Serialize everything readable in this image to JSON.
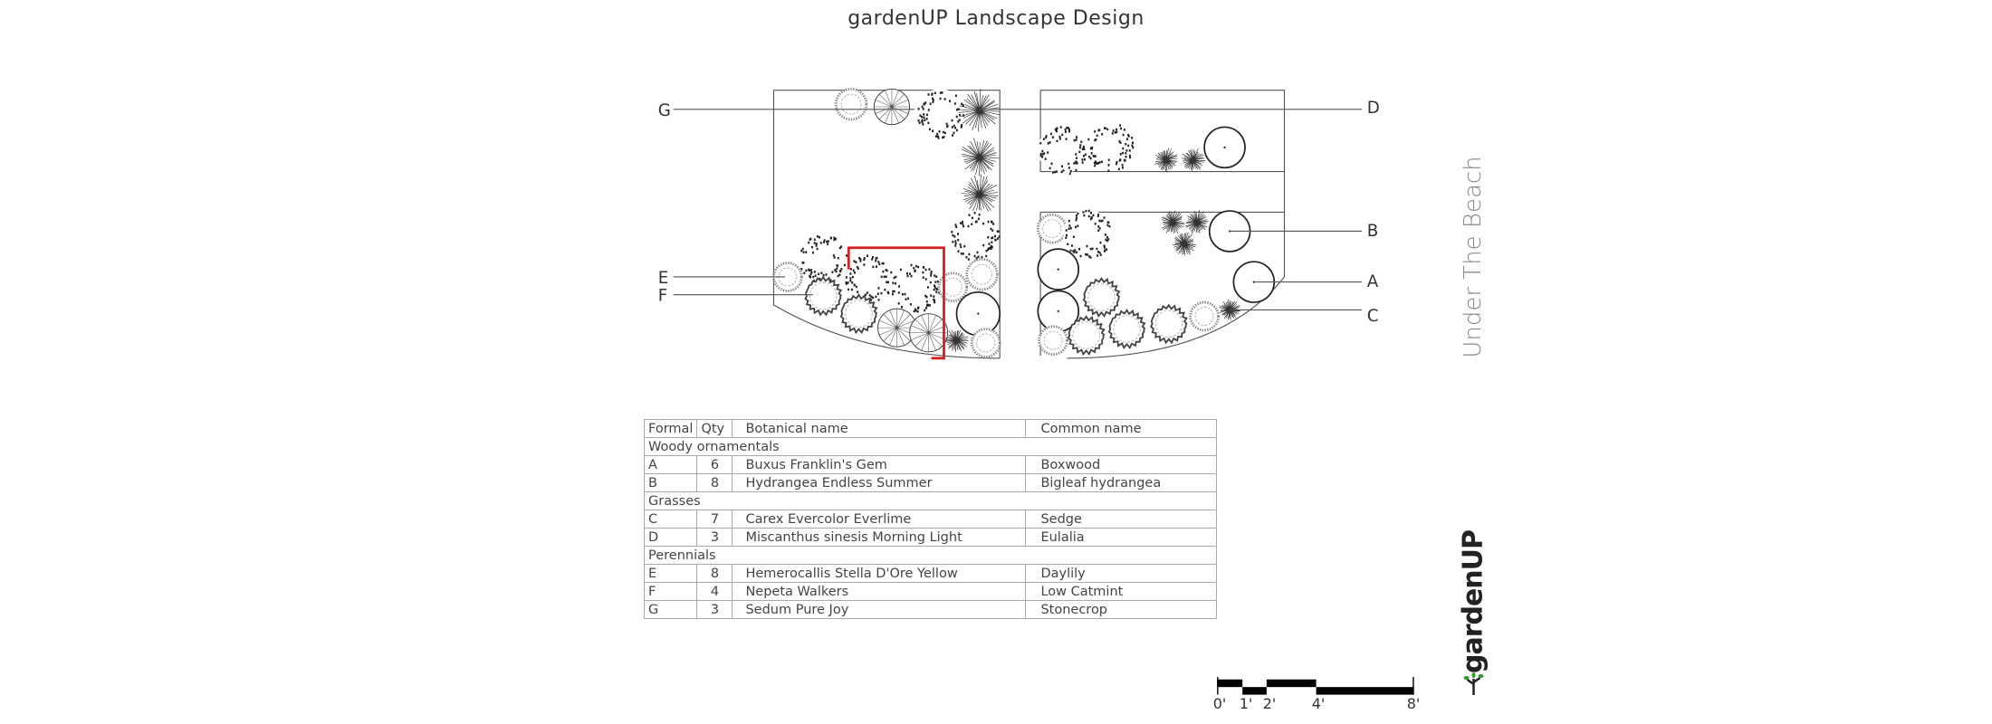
{
  "title": "gardenUP Landscape Design",
  "side_title": "Under The Beach",
  "logo_text": "gardenUP",
  "callouts": {
    "A": "A",
    "B": "B",
    "C": "C",
    "D": "D",
    "E": "E",
    "F": "F",
    "G": "G"
  },
  "colors": {
    "highlight": "#d81e1e",
    "logo_leaf": "#2e9a2e"
  },
  "legend": {
    "headers": [
      "Formal",
      "Qty",
      "Botanical name",
      "Common name"
    ],
    "rows": [
      {
        "group": "Woody ornamentals"
      },
      {
        "code": "A",
        "qty": "6",
        "botanical": "Buxus Franklin's Gem",
        "common": "Boxwood"
      },
      {
        "code": "B",
        "qty": "8",
        "botanical": "Hydrangea Endless Summer",
        "common": "Bigleaf hydrangea"
      },
      {
        "group": "Grasses"
      },
      {
        "code": "C",
        "qty": "7",
        "botanical": "Carex Evercolor Everlime",
        "common": "Sedge"
      },
      {
        "code": "D",
        "qty": "3",
        "botanical": "Miscanthus sinesis Morning Light",
        "common": "Eulalia"
      },
      {
        "group": "Perennials"
      },
      {
        "code": "E",
        "qty": "8",
        "botanical": "Hemerocallis Stella D'Ore Yellow",
        "common": "Daylily"
      },
      {
        "code": "F",
        "qty": "4",
        "botanical": "Nepeta Walkers",
        "common": "Low Catmint"
      },
      {
        "code": "G",
        "qty": "3",
        "botanical": "Sedum Pure Joy",
        "common": "Stonecrop"
      }
    ]
  },
  "scale_bar": {
    "labels": [
      "0'",
      "1'",
      "2'",
      "4'",
      "8'"
    ]
  }
}
